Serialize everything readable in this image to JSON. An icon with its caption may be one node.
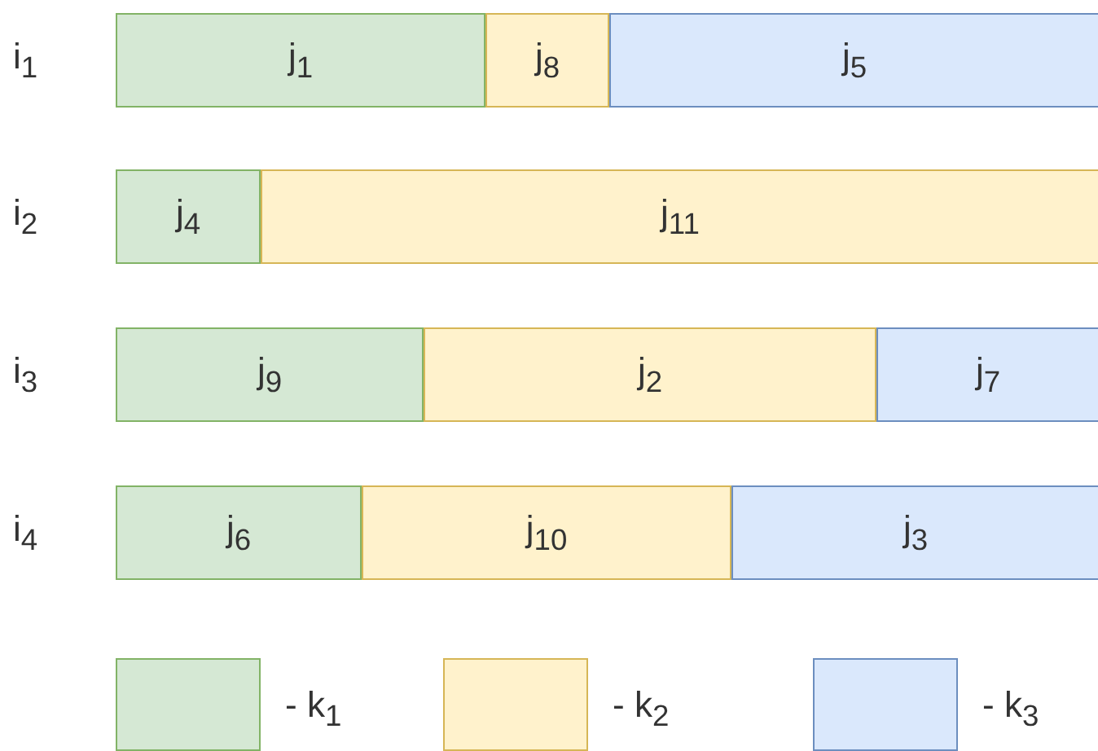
{
  "diagram": {
    "nodes": [
      {
        "text": [
          "j$_{1}$"
        ]
      },
      {
        "text": [
          "j$_{8}$"
        ]
      },
      {
        "text": [
          "j$_{5}$"
        ]
      },
      {
        "text": [
          "j$_{4}$"
        ]
      },
      {
        "text": [
          "j$_{11}$"
        ]
      },
      {
        "text": [
          "j$_{9}$"
        ]
      },
      {
        "text": [
          "j$_{2}$"
        ]
      },
      {
        "text": [
          "j$_{7}$"
        ]
      },
      {
        "text": [
          "j$_{6}$"
        ]
      },
      {
        "text": [
          "j$_{10}$"
        ]
      },
      {
        "text": [
          "j$_{3}$"
        ]
      }
    ],
    "labels": [
      "i$_{1}$",
      "i$_{2}$",
      "i$_{3}$",
      "i$_{4}$"
    ],
    "legend": [
      {
        "text": "- k$_{1}$",
        "color": "#d5e8d4"
      },
      {
        "text": "- k$_{2}$",
        "color": "#fff2cc"
      },
      {
        "text": "- k$_{3}$",
        "color": "#dae8fc"
      }
    ]
  }
}
